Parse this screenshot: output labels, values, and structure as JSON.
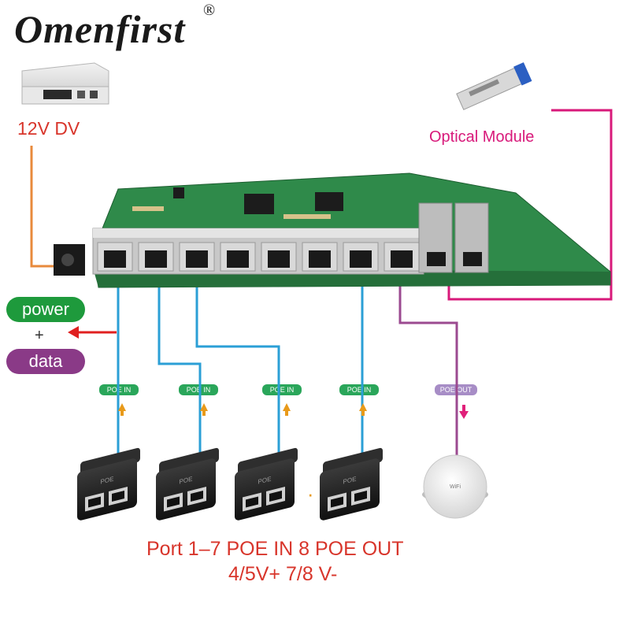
{
  "brand": {
    "name": "Omenfirst",
    "registered_mark": "®"
  },
  "labels": {
    "dc_input": "12V DV",
    "optical_module": "Optical Module",
    "power": "power",
    "plus": "+",
    "data": "data",
    "poe_in": "POE IN",
    "poe_out": "POE OUT",
    "poe_unit": "POE",
    "ap_brand": "WiFi",
    "dots": "· · ·"
  },
  "caption": {
    "line1": "Port  1–7  POE IN 8 POE OUT",
    "line2": "4/5V+ 7/8 V-"
  },
  "colors": {
    "board": "#2f8a4a",
    "dc_line": "#e88a3c",
    "optical_line": "#d8197a",
    "poe_line": "#2b9fd6",
    "out_line": "#9b4a90",
    "arrow_red": "#e02020",
    "arrow_orange": "#e89a1a",
    "arrow_pink": "#e0207a"
  },
  "port_count": 8
}
